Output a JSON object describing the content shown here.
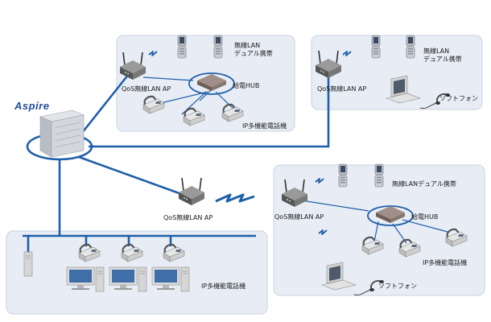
{
  "brand": "Aspire",
  "labels": {
    "wlan_dual_top": [
      "無線LAN",
      "デュアル携帯"
    ],
    "qos_ap_top_left": "QoS無線LAN AP",
    "poe_hub_top": "給電HUB",
    "ip_phone_top": "IP多機能電話機",
    "wlan_dual_top_right": [
      "無線LAN",
      "デュアル携帯"
    ],
    "qos_ap_top_right": "QoS無線LAN AP",
    "softphone_top": "ソフトフォン",
    "qos_ap_middle": "QoS無線LAN AP",
    "qos_ap_bottom_right": "QoS無線LAN AP",
    "wlan_dual_bottom_right": "無線LANデュアル携帯",
    "poe_hub_bottom_right": "給電HUB",
    "ip_phone_bottom_right": "IP多機能電話機",
    "softphone_bottom_right": "ソフトフォン",
    "ip_phone_bottom_left": "IP多機能電話機"
  },
  "colors": {
    "zone": "#e8edf5",
    "zone_border": "#c9d3e3",
    "line": "#1f5fa8",
    "wave": "#1f5fa8"
  }
}
